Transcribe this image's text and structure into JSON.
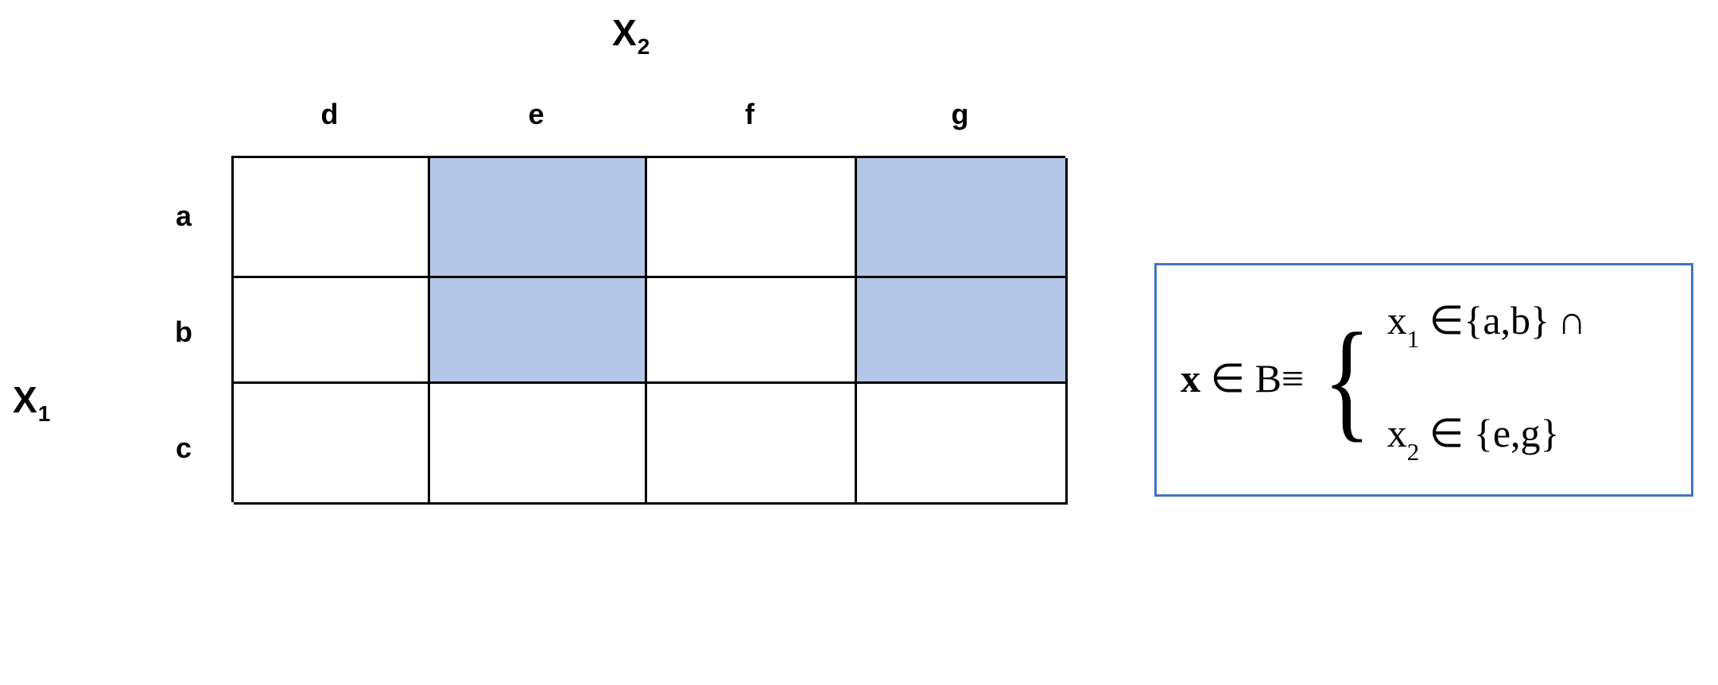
{
  "figure": {
    "axes": {
      "column_variable": {
        "base": "X",
        "subscript": "2",
        "name": "X2"
      },
      "row_variable": {
        "base": "X",
        "subscript": "1",
        "name": "X1"
      }
    },
    "grid": {
      "column_headers": [
        "d",
        "e",
        "f",
        "g"
      ],
      "row_headers": [
        "a",
        "b",
        "c"
      ],
      "shaded_color": "#b4c7e7",
      "border_color": "#000000",
      "cell_background": "#ffffff",
      "shaded_cells": [
        {
          "row": "a",
          "column": "e"
        },
        {
          "row": "a",
          "column": "g"
        },
        {
          "row": "b",
          "column": "e"
        },
        {
          "row": "b",
          "column": "g"
        }
      ],
      "cells": [
        [
          {
            "row": "a",
            "column": "d",
            "shaded": false
          },
          {
            "row": "a",
            "column": "e",
            "shaded": true
          },
          {
            "row": "a",
            "column": "f",
            "shaded": false
          },
          {
            "row": "a",
            "column": "g",
            "shaded": true
          }
        ],
        [
          {
            "row": "b",
            "column": "d",
            "shaded": false
          },
          {
            "row": "b",
            "column": "e",
            "shaded": true
          },
          {
            "row": "b",
            "column": "f",
            "shaded": false
          },
          {
            "row": "b",
            "column": "g",
            "shaded": true
          }
        ],
        [
          {
            "row": "c",
            "column": "d",
            "shaded": false
          },
          {
            "row": "c",
            "column": "e",
            "shaded": false
          },
          {
            "row": "c",
            "column": "f",
            "shaded": false
          },
          {
            "row": "c",
            "column": "g",
            "shaded": false
          }
        ]
      ]
    },
    "condition_box": {
      "border_color": "#4472c4",
      "lhs": "x ∈ B ≡",
      "lhs_parts": {
        "variable": "x",
        "member_symbol": "∈",
        "set_name": "B",
        "equiv_symbol": "≡"
      },
      "brace": "{",
      "lines": [
        {
          "variable_base": "x",
          "variable_sub": "1",
          "member_symbol": "∈",
          "set": "{a,b}",
          "operator": "∩",
          "text": "x₁ ∈ {a,b} ∩"
        },
        {
          "variable_base": "x",
          "variable_sub": "2",
          "member_symbol": "∈",
          "set": "{e,g}",
          "operator": "",
          "text": "x₂ ∈ {e,g}"
        }
      ]
    }
  }
}
